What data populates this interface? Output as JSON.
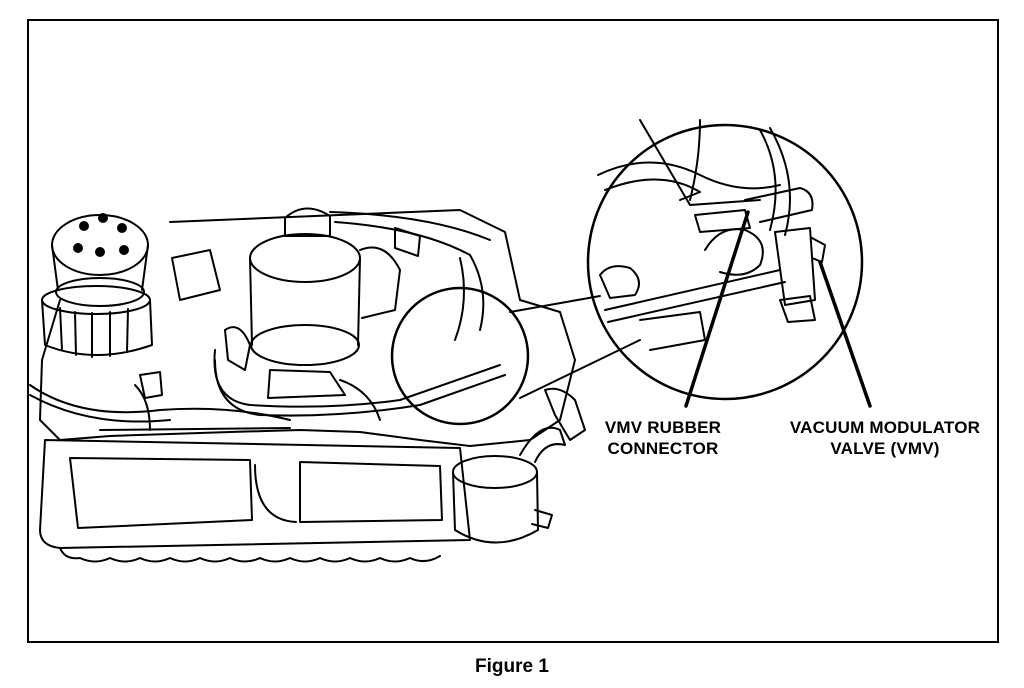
{
  "callouts": {
    "vmv_connector": {
      "line1": "VMV RUBBER",
      "line2": "CONNECTOR"
    },
    "vmv": {
      "line1": "VACUUM MODULATOR",
      "line2": "VALVE (VMV)"
    }
  },
  "caption": "Figure 1",
  "colors": {
    "ink": "#000000",
    "paper": "#ffffff"
  }
}
